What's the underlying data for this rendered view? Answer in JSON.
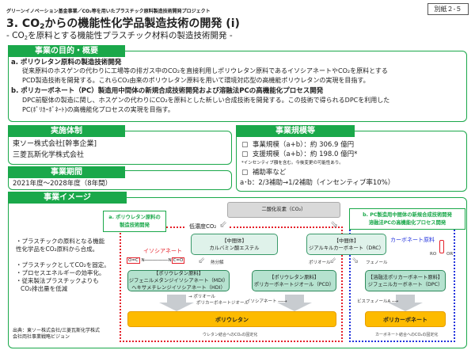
{
  "header": {
    "program": "グリーンイノベーション基金事業／CO₂等を用いたプラスチック原料製造技術開発プロジェクト",
    "badge": "別紙２-５",
    "title_prefix": "3. CO",
    "title_sub": "2",
    "title_suffix": "からの機能性化学品製造技術の開発 (i)",
    "subtitle_prefix": "- CO",
    "subtitle_sub": "2",
    "subtitle_suffix": "を原料とする機能性プラスチック材料の製造技術開発 -"
  },
  "purpose": {
    "heading": "事業の目的・概要",
    "a_title": "a. ポリウレタン原料の製造技術開発",
    "a_line1": "従来原料のホスゲンの代わりに工場等の排ガス中のCO₂を直接利用しポリウレタン原料であるイソシアネートやCO₂を原料とする",
    "a_line2": "PCD製造技術を開発する。これらCO₂由来のポリウレタン原料を用いて環境対応型の高機能ポリウレタンの実現を目指す。",
    "b_title": "b. ポリカーボネート（PC）製造用中間体の新規合成技術開発および溶融法PCの高機能化プロセス開発",
    "b_line1": "DPC前駆体の製造に関し、ホスゲンの代わりにCO₂を原料とした新しい合成技術を開発する。この技術で得られるDPCを利用した",
    "b_line2": "PC(ﾎﾟﾘｶｰﾎﾞﾈｰﾄ)の高機能化プロセスの実現を目指す。"
  },
  "implementation": {
    "heading": "実施体制",
    "line1": "東ソー株式会社[幹事企業]",
    "line2": "三菱瓦斯化学株式会社"
  },
  "period": {
    "heading": "事業期間",
    "value": "2021年度～2028年度（8年間）"
  },
  "scale": {
    "heading": "事業規模等",
    "item1": "事業規模（a+b）：約 306.9 億円",
    "item2": "支援規模（a+b）：約 198.0 億円*",
    "note": "*インセンティブ額を含む。今後変更の可能性あり。",
    "item3": "補助率など",
    "rate": "a･b：2/3補助→1/2補助（インセンティブ率10%）"
  },
  "image": {
    "heading": "事業イメージ",
    "left_lines": [
      "・プラスチックの原料となる機能",
      "性化学品をCO₂原料から合成。",
      "",
      "・プラスチックとしてCO₂を固定。",
      "・プロセスエネルギーの効率化。",
      "・従来製法プラスチックよりも",
      "CO₂排出量を低減"
    ],
    "source_line1": "出典：東ソー株式会社/三菱瓦斯化学株式",
    "source_line2": "会社両社事業戦略ビジョン",
    "co2": "二酸化炭素（CO₂）",
    "low_co2": "低濃度CO₂",
    "a_label1": "a. ポリウレタン原料の",
    "a_label2": "製造技術開発",
    "b_label1": "b. PC製造用中間体の新規合成技術開発",
    "b_label2": "溶融法PCの高機能化プロセス開発",
    "inter1_l1": "【中間体】",
    "inter1_l2": "カルバミン酸エステル",
    "inter2_l1": "【中間体】",
    "inter2_l2": "ジアルキルカーボネート（DRC）",
    "isocyanate": "イソシアネート",
    "oc_left": "O=C",
    "n_chain": "N─────────N",
    "oc_right": "C=O",
    "thermal": "熱分解",
    "mdi_l1": "【ポリウレタン原料】",
    "mdi_l2": "ジフェニルメタンジイソシアネート（MDI）",
    "mdi_l3": "ヘキサメチレンジイソシアネート（HDI）",
    "pcd_l1": "【ポリウレタン原料】",
    "pcd_l2": "ポリカーボネートジオール（PCD）",
    "dpc_l1": "【溶融法ポリカーボネート原料】",
    "dpc_l2": "ジフェニルカーボネート（DPC）",
    "polyol": "ポリオール",
    "phenol": "フェノール",
    "polyol2": "ポリオール",
    "pcd_diol": "ポリカーボネートジオール",
    "isocyanate2": "イソシアネート",
    "bisphenol": "ビスフェノールA",
    "carbonate_raw": "カーボネート原料",
    "ro": "RO",
    "or": "OR",
    "pu": "ポリウレタン",
    "pc": "ポリカーボネート",
    "pu_cap": "ウレタン結合へのCO₂の固定化",
    "pc_cap": "カーボネート結合へのCO₂の固定化"
  },
  "colors": {
    "green": "#1aa84a",
    "orange": "#fdbb00",
    "red": "#e5202a",
    "blue": "#2233dd"
  }
}
